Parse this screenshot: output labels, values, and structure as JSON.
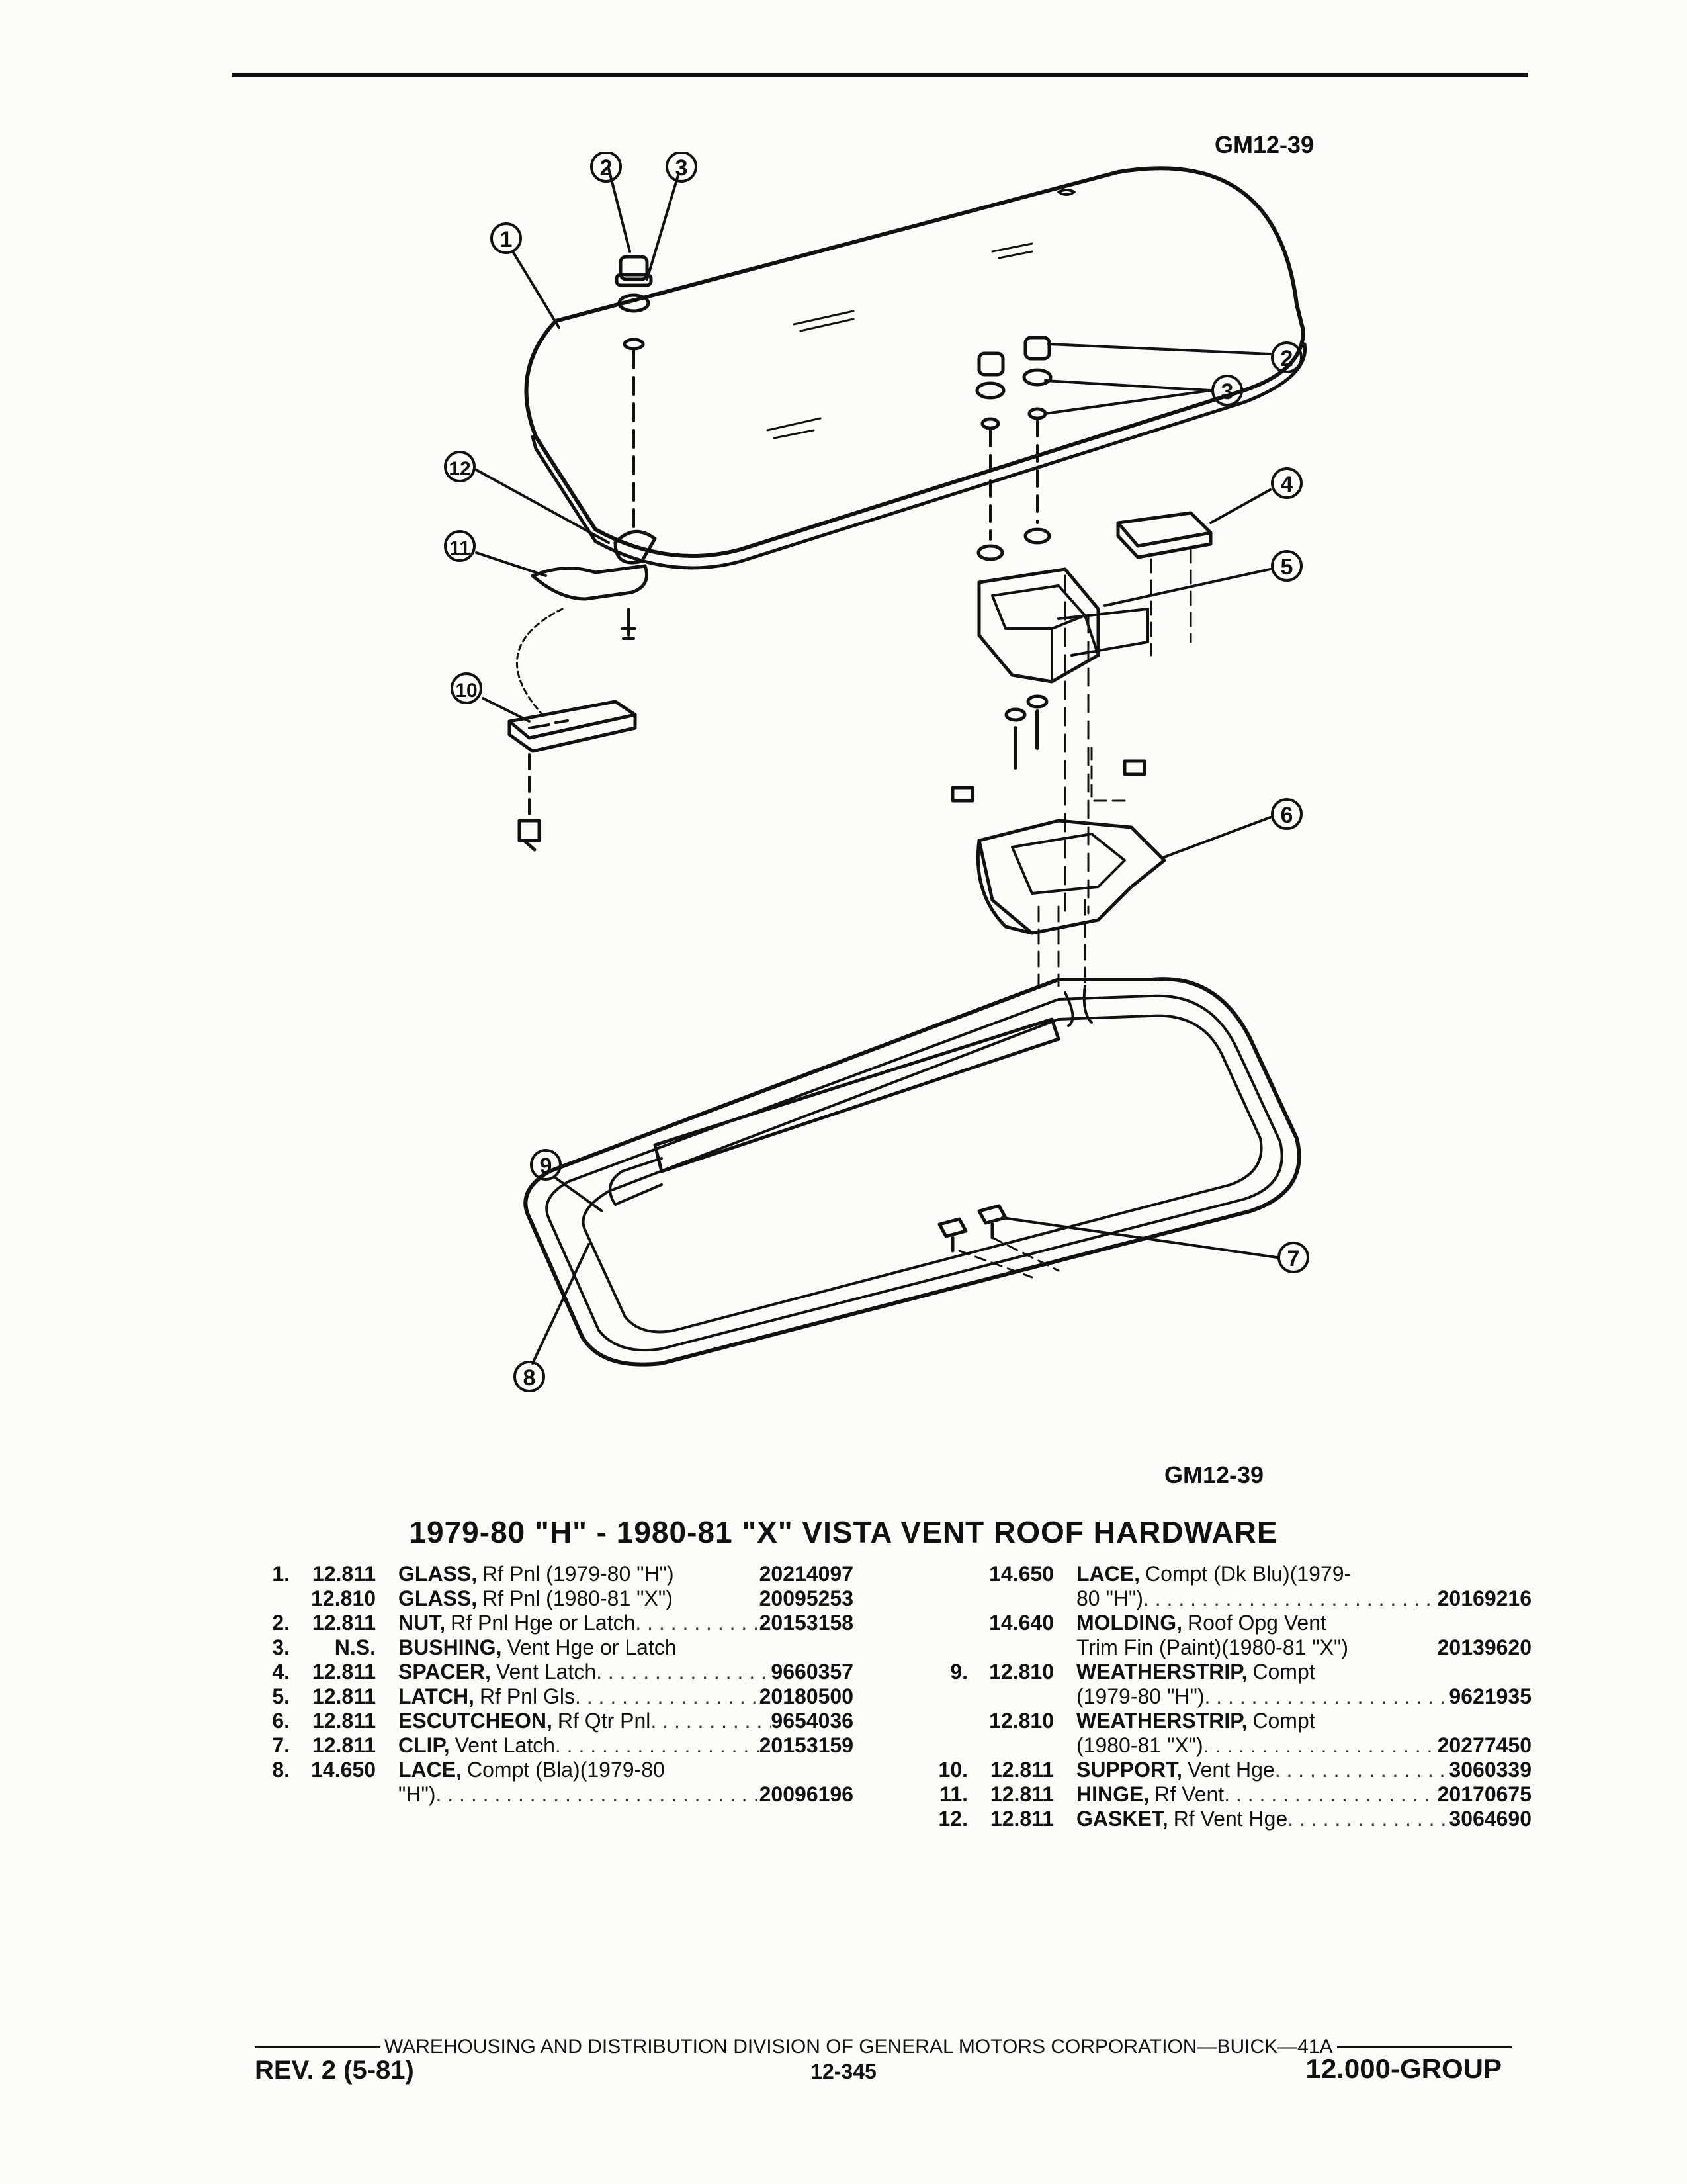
{
  "figure": {
    "ref_top": "GM12-39",
    "ref_bottom": "GM12-39",
    "callouts": [
      "1",
      "2",
      "3",
      "2",
      "3",
      "4",
      "5",
      "6",
      "7",
      "8",
      "9",
      "10",
      "11",
      "12"
    ]
  },
  "title": "1979-80 \"H\" - 1980-81 \"X\" VISTA VENT ROOF HARDWARE",
  "parts_left": [
    {
      "num": "1.",
      "group": "12.811",
      "name": "GLASS,",
      "detail": "Rf Pnl (1979-80 \"H\")",
      "part": "20214097",
      "dots": false
    },
    {
      "num": "",
      "group": "12.810",
      "name": "GLASS,",
      "detail": "Rf Pnl (1980-81 \"X\")",
      "part": "20095253",
      "dots": false
    },
    {
      "num": "2.",
      "group": "12.811",
      "name": "NUT,",
      "detail": "Rf Pnl Hge or Latch",
      "part": "20153158",
      "dots": true
    },
    {
      "num": "3.",
      "group": "N.S.",
      "name": "BUSHING,",
      "detail": "Vent Hge or Latch",
      "part": "",
      "dots": false
    },
    {
      "num": "4.",
      "group": "12.811",
      "name": "SPACER,",
      "detail": "Vent Latch",
      "part": "9660357",
      "dots": true
    },
    {
      "num": "5.",
      "group": "12.811",
      "name": "LATCH,",
      "detail": "Rf Pnl Gls",
      "part": "20180500",
      "dots": true
    },
    {
      "num": "6.",
      "group": "12.811",
      "name": "ESCUTCHEON,",
      "detail": "Rf Qtr Pnl",
      "part": "9654036",
      "dots": true
    },
    {
      "num": "7.",
      "group": "12.811",
      "name": "CLIP,",
      "detail": "Vent Latch",
      "part": "20153159",
      "dots": true
    },
    {
      "num": "8.",
      "group": "14.650",
      "name": "LACE,",
      "detail": "Compt (Bla)(1979-80",
      "part": "",
      "dots": false
    }
  ],
  "left_cont": {
    "detail": "\"H\")",
    "part": "20096196"
  },
  "parts_right": [
    {
      "num": "",
      "group": "14.650",
      "name": "LACE,",
      "detail": "Compt (Dk Blu)(1979-",
      "part": "",
      "dots": false
    },
    {
      "num": "",
      "group": "",
      "name": "",
      "detail": "80 \"H\")",
      "part": "20169216",
      "dots": true,
      "cont": true
    },
    {
      "num": "",
      "group": "14.640",
      "name": "MOLDING,",
      "detail": "Roof Opg Vent",
      "part": "",
      "dots": false
    },
    {
      "num": "",
      "group": "",
      "name": "",
      "detail": "Trim Fin (Paint)(1980-81 \"X\")",
      "part": "20139620",
      "dots": false,
      "cont": true
    },
    {
      "num": "9.",
      "group": "12.810",
      "name": "WEATHERSTRIP,",
      "detail": "Compt",
      "part": "",
      "dots": false
    },
    {
      "num": "",
      "group": "",
      "name": "",
      "detail": "(1979-80 \"H\")",
      "part": "9621935",
      "dots": true,
      "cont": true
    },
    {
      "num": "",
      "group": "12.810",
      "name": "WEATHERSTRIP,",
      "detail": "Compt",
      "part": "",
      "dots": false
    },
    {
      "num": "",
      "group": "",
      "name": "",
      "detail": "(1980-81 \"X\")",
      "part": "20277450",
      "dots": true,
      "cont": true
    },
    {
      "num": "10.",
      "group": "12.811",
      "name": "SUPPORT,",
      "detail": "Vent Hge",
      "part": "3060339",
      "dots": true
    },
    {
      "num": "11.",
      "group": "12.811",
      "name": "HINGE,",
      "detail": "Rf Vent",
      "part": "20170675",
      "dots": true
    },
    {
      "num": "12.",
      "group": "12.811",
      "name": "GASKET,",
      "detail": "Rf Vent Hge",
      "part": "3064690",
      "dots": true
    }
  ],
  "footer": {
    "division": "WAREHOUSING AND DISTRIBUTION DIVISION OF GENERAL MOTORS CORPORATION—BUICK—41A",
    "rev": "REV. 2 (5-81)",
    "page": "12-345",
    "group": "12.000-GROUP"
  }
}
